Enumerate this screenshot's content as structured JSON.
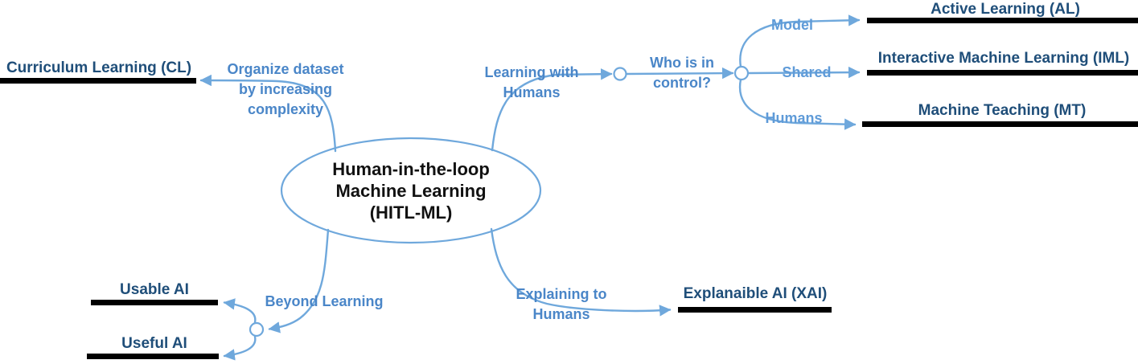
{
  "colors": {
    "line": "#6fa8dc",
    "branch_label": "#4a86c8",
    "control_label": "#5f9bd8",
    "node_label": "#1f4e79",
    "bar": "#000000",
    "center_text": "#111111"
  },
  "center": {
    "lines": [
      "Human-in-the-loop",
      "Machine Learning",
      "(HITL-ML)"
    ]
  },
  "nodes": {
    "curriculum_learning": "Curriculum Learning (CL)",
    "active_learning": "Active Learning (AL)",
    "interactive_ml": "Interactive Machine Learning (IML)",
    "machine_teaching": "Machine Teaching (MT)",
    "explainable_ai": "Explanaible AI (XAI)",
    "usable_ai": "Usable AI",
    "useful_ai": "Useful AI"
  },
  "branches": {
    "organize_dataset": {
      "lines": [
        "Organize dataset",
        "by increasing",
        "complexity"
      ]
    },
    "learning_with_humans": {
      "lines": [
        "Learning with",
        "Humans"
      ]
    },
    "who_is_in_control": {
      "lines": [
        "Who is in",
        "control?"
      ]
    },
    "model": "Model",
    "shared": "Shared",
    "humans": "Humans",
    "explaining_to_humans": {
      "lines": [
        "Explaining to",
        "Humans"
      ]
    },
    "beyond_learning": "Beyond Learning"
  }
}
